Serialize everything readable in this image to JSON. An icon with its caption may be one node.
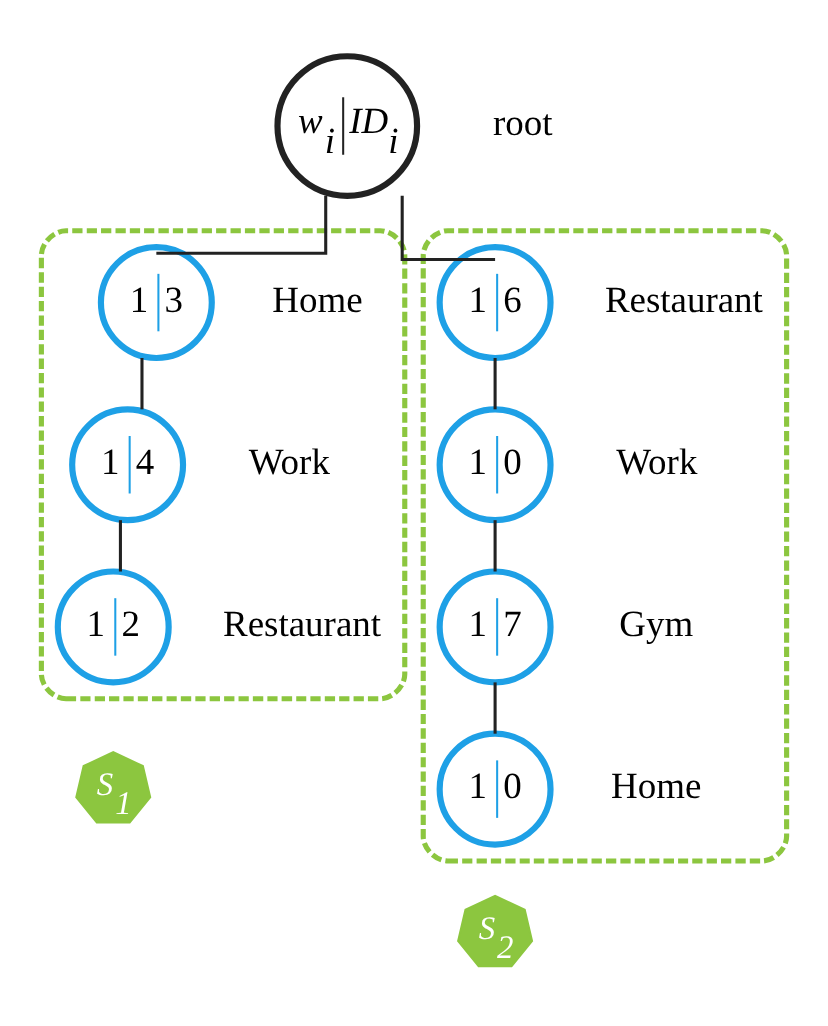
{
  "diagram": {
    "nodes": [
      {
        "text": [
          "w$_{i}$",
          "ID$_{i}$"
        ],
        "beside": [
          "root"
        ]
      },
      {
        "text": [],
        "shape": "box"
      },
      {
        "text": [
          "1",
          "3"
        ],
        "in": 1,
        "beside": [
          "Home"
        ]
      },
      {
        "text": [
          "1",
          "4"
        ],
        "in": 1,
        "beside": [
          "Work"
        ]
      },
      {
        "text": [
          "1",
          "2"
        ],
        "in": 1,
        "beside": [
          "Restaurant"
        ]
      },
      {
        "text": [],
        "shape": "box"
      },
      {
        "text": [
          "1",
          "6"
        ],
        "in": 5,
        "beside": [
          "Restaurant"
        ]
      },
      {
        "text": [
          "1",
          "0"
        ],
        "in": 5,
        "beside": [
          "Work"
        ]
      },
      {
        "text": [
          "1",
          "7"
        ],
        "in": 5,
        "beside": [
          "Gym"
        ]
      },
      {
        "text": [
          "1",
          "0"
        ],
        "in": 5,
        "beside": [
          "Home"
        ]
      },
      {
        "text": [
          "S$_{1}$"
        ]
      },
      {
        "text": [
          "S$_{2}$"
        ]
      }
    ],
    "edges": [
      {
        "from": 0,
        "to": 2,
        "arrow": "none"
      },
      {
        "from": 0,
        "to": 6,
        "arrow": "none"
      },
      {
        "from": 2,
        "to": 3,
        "arrow": "none"
      },
      {
        "from": 3,
        "to": 4,
        "arrow": "none"
      },
      {
        "from": 6,
        "to": 7,
        "arrow": "none"
      },
      {
        "from": 7,
        "to": 8,
        "arrow": "none"
      },
      {
        "from": 8,
        "to": 9,
        "arrow": "none"
      }
    ]
  }
}
